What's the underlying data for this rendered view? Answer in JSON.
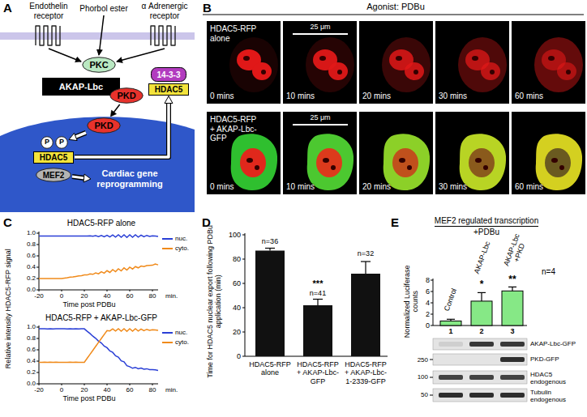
{
  "diagram": {
    "nodes": [
      {
        "text": [
          "PKC"
        ]
      },
      {
        "text": [
          "AKAP-Lbc"
        ]
      },
      {
        "text": [
          "PKD"
        ]
      },
      {
        "text": [
          "PKD"
        ]
      },
      {
        "text": [
          "P"
        ]
      },
      {
        "text": [
          "P"
        ]
      },
      {
        "text": [
          "HDAC5"
        ]
      },
      {
        "text": [
          "MEF2"
        ]
      },
      {
        "text": [
          "14-3-3"
        ]
      },
      {
        "text": [
          "HDAC5"
        ]
      }
    ],
    "edges": [
      {
        "from": 2,
        "to": 3,
        "arrow": "to"
      },
      {
        "from": 3,
        "to": 5,
        "arrow": "to"
      },
      {
        "from": 6,
        "to": 9,
        "arrow": "to"
      }
    ],
    "labels": [
      "A",
      "Endothelin receptor",
      "Phorbol ester",
      "α Adrenergic receptor",
      "Cardiac gene reprogramming",
      "B",
      "Agonist: PDBu",
      "HDAC5-RFP alone",
      "25 μm",
      "0 mins",
      "10 mins",
      "20 mins",
      "30 mins",
      "60 mins",
      "HDAC5-RFP + AKAP-Lbc-GFP",
      "25 μm",
      "0 mins",
      "10 mins",
      "20 mins",
      "30 mins",
      "60 mins",
      "C",
      "HDAC5-RFP alone",
      "Relative intensity HDAC5-RFP signal",
      "1.0",
      "0.8",
      "0.6",
      "0.4",
      "0.2",
      "0.0",
      "-20",
      "0",
      "20",
      "40",
      "60",
      "80",
      "Time post PDBu",
      "min.",
      "HDAC5-RFP + AKAP-Lbc-GFP",
      "1.0",
      "0.8",
      "0.6",
      "0.4",
      "0.2",
      "0.0",
      "-20",
      "0",
      "20",
      "40",
      "60",
      "80",
      "Time post PDBu",
      "min.",
      "D",
      "Time for HDAC5 nuclear export following PDBu application (min)",
      "100",
      "80",
      "60",
      "40",
      "20",
      "0",
      "n=36",
      "***",
      "n=41",
      "n=32",
      "HDAC5-RFP alone",
      "HDAC5-RFP + AKAP-Lbc-GFP",
      "HDAC5-RFP + AKAP-Lbc-1-2339-GFP",
      "E",
      "MEF2 regulated transcription",
      "+PDBu",
      "Normalized Luciferase counts",
      "8",
      "6",
      "4",
      "2",
      "0",
      "Control",
      "AKAP-Lbc",
      "AKAP-Lbc +PKD",
      "*",
      "**",
      "n=4",
      "1",
      "2",
      "3",
      "AKAP-Lbc-GFP",
      "PKD-GFP",
      "HDAC5 endogenous",
      "Tubulin endogenous",
      "250",
      "100",
      "50"
    ],
    "legend": [
      {
        "text": "nuc."
      },
      {
        "text": "cyto."
      },
      {
        "text": "nuc."
      },
      {
        "text": "cyto."
      }
    ]
  }
}
